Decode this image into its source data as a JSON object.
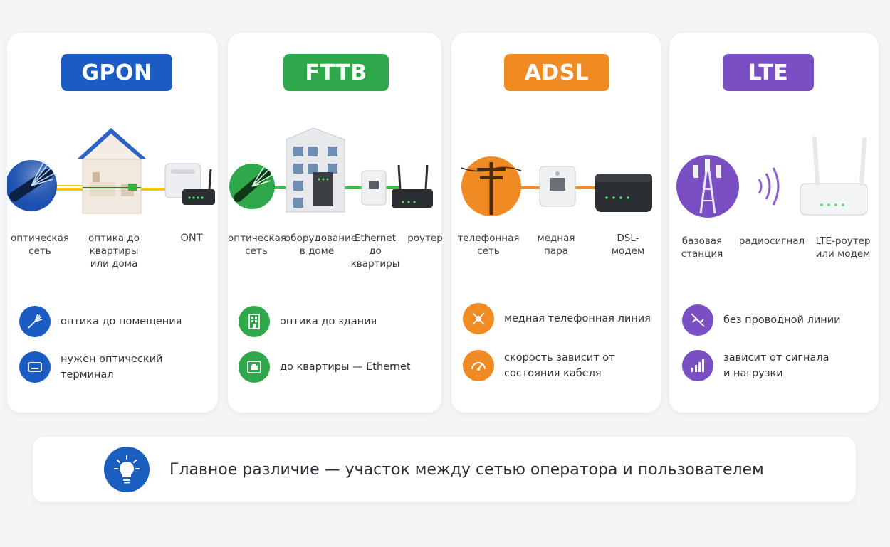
{
  "cards": [
    {
      "title": "GPON",
      "accent": "#1b5cc4",
      "labels": [
        "оптическая\nсеть",
        "оптика до\nквартиры\nили дома",
        "ONT"
      ],
      "features": [
        {
          "icon": "fiber-optic-icon",
          "text": "оптика до помещения"
        },
        {
          "icon": "terminal-icon",
          "text": "нужен оптический терминал"
        }
      ]
    },
    {
      "title": "FTTB",
      "accent": "#2ea84a",
      "labels": [
        "оптическая\nсеть",
        "оборудование\nв доме",
        "Ethernet\nдо квартиры",
        "роутер"
      ],
      "features": [
        {
          "icon": "building-icon",
          "text": "оптика до здания"
        },
        {
          "icon": "ethernet-port-icon",
          "text": "до квартиры — Ethernet"
        }
      ]
    },
    {
      "title": "ADSL",
      "accent": "#f08a22",
      "labels": [
        "телефонная\nсеть",
        "медная\nпара",
        "DSL-\nмодем"
      ],
      "features": [
        {
          "icon": "copper-wire-icon",
          "text": "медная телефонная линия"
        },
        {
          "icon": "speedometer-icon",
          "text": "скорость зависит от\nсостояния кабеля"
        }
      ]
    },
    {
      "title": "LTE",
      "accent": "#7a4fc4",
      "labels": [
        "базовая\nстанция",
        "радиосигнал",
        "LTE-роутер\nили модем"
      ],
      "features": [
        {
          "icon": "no-cable-icon",
          "text": "без проводной линии"
        },
        {
          "icon": "signal-bars-icon",
          "text": "зависит от сигнала\nи нагрузки"
        }
      ]
    }
  ],
  "banner": {
    "icon": "lightbulb-icon",
    "text": "Главное различие — участок между сетью оператора и пользователем"
  }
}
